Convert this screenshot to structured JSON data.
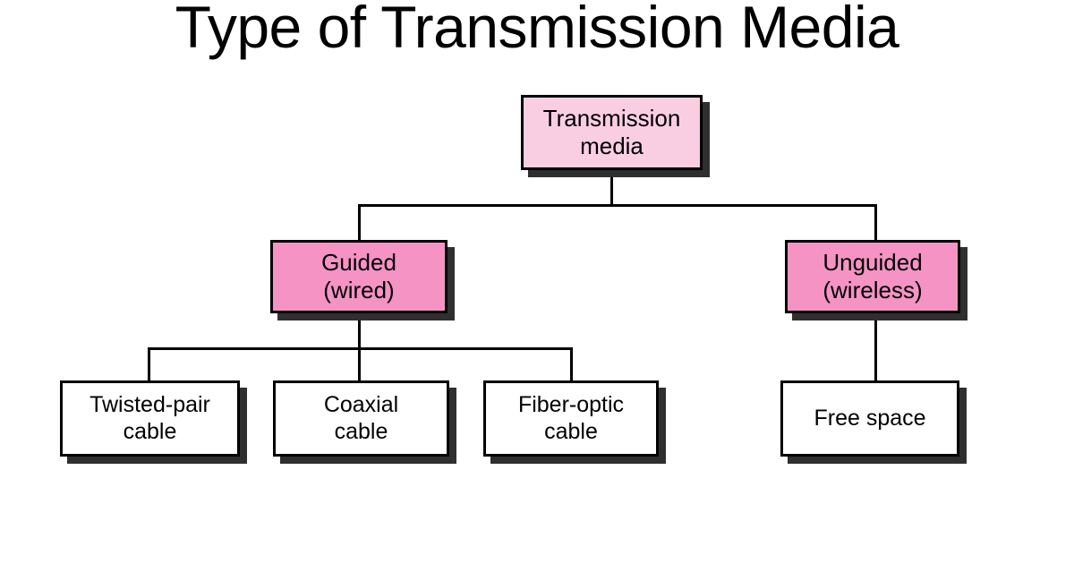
{
  "page": {
    "title": "Type of Transmission Media",
    "background_color": "#ffffff"
  },
  "colors": {
    "root_fill": "#f9cee3",
    "level2_fill": "#f593c5",
    "leaf_fill": "#ffffff",
    "border": "#000000",
    "shadow": "#2f2f2f",
    "text": "#000000"
  },
  "diagram": {
    "type": "tree",
    "root": {
      "id": "transmission-media",
      "line1": "Transmission",
      "line2": "media",
      "fill": "#f9cee3"
    },
    "level2": [
      {
        "id": "guided",
        "line1": "Guided",
        "line2": "(wired)",
        "fill": "#f593c5"
      },
      {
        "id": "unguided",
        "line1": "Unguided",
        "line2": "(wireless)",
        "fill": "#f593c5"
      }
    ],
    "leaves_guided": [
      {
        "id": "twisted-pair-cable",
        "line1": "Twisted-pair",
        "line2": "cable",
        "fill": "#ffffff"
      },
      {
        "id": "coaxial-cable",
        "line1": "Coaxial",
        "line2": "cable",
        "fill": "#ffffff"
      },
      {
        "id": "fiber-optic-cable",
        "line1": "Fiber-optic",
        "line2": "cable",
        "fill": "#ffffff"
      }
    ],
    "leaves_unguided": [
      {
        "id": "free-space",
        "line1": "Free space",
        "line2": "",
        "fill": "#ffffff"
      }
    ]
  }
}
